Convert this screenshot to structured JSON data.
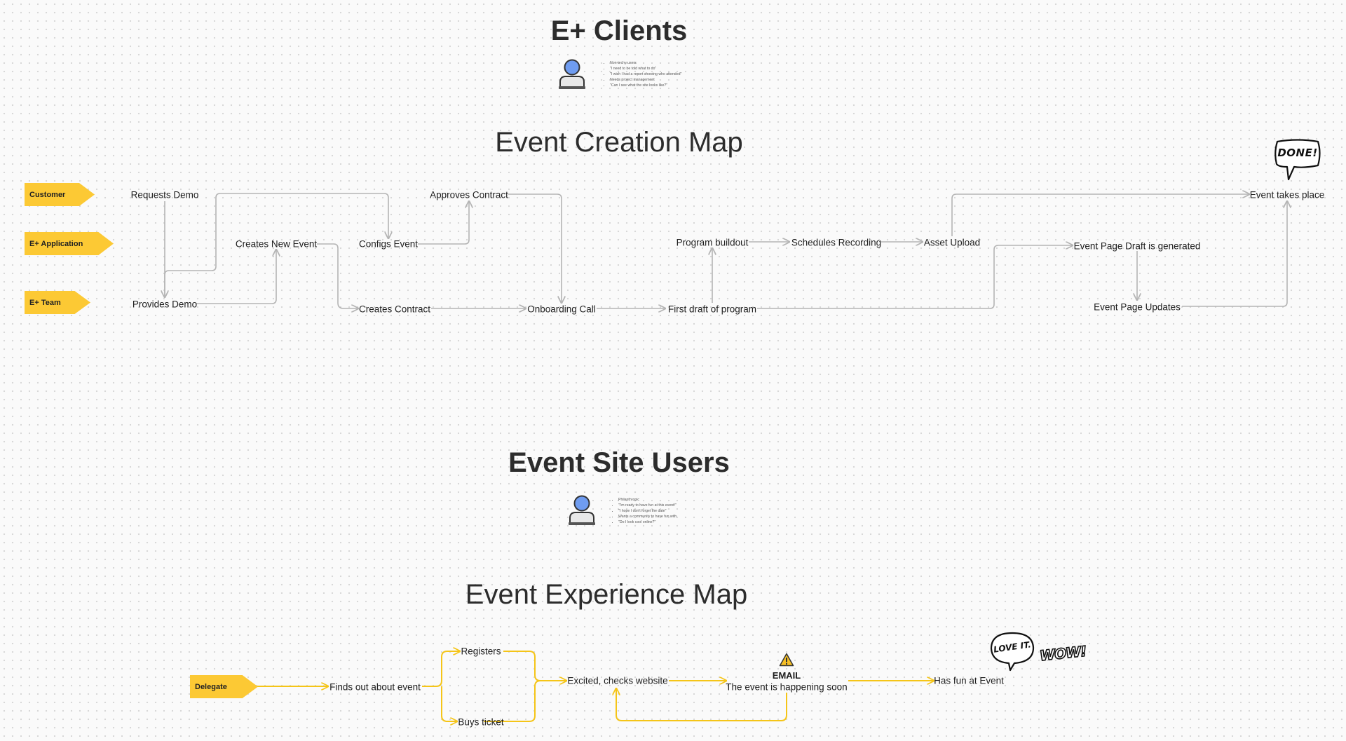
{
  "clients": {
    "title": "E+ Clients",
    "notes": [
      "Non-techy users",
      "\"I need to be told what to do\"",
      "\"I wish I had a report showing who attended\"",
      "Needs project management",
      "\"Can I see what the site looks like?\""
    ]
  },
  "creation_map": {
    "title": "Event Creation Map",
    "lanes": [
      "Customer",
      "E+ Application",
      "E+ Team"
    ],
    "nodes": {
      "requests_demo": "Requests Demo",
      "provides_demo": "Provides Demo",
      "creates_new_event": "Creates New Event",
      "configs_event": "Configs Event",
      "approves_contract": "Approves Contract",
      "creates_contract": "Creates Contract",
      "onboarding_call": "Onboarding Call",
      "first_draft": "First draft of program",
      "program_buildout": "Program buildout",
      "schedules_recording": "Schedules Recording",
      "asset_upload": "Asset Upload",
      "page_draft": "Event Page Draft is generated",
      "page_updates": "Event Page Updates",
      "event_takes_place": "Event takes place"
    },
    "sticker": "DONE!"
  },
  "site_users": {
    "title": "Event Site Users",
    "notes": [
      "Philanthropic",
      "\"I'm ready to have fun at this event!\"",
      "\"I hope I don't forget the date\"",
      "Wants a community to have fun with",
      "\"Do I look cool online?\""
    ]
  },
  "experience_map": {
    "title": "Event Experience Map",
    "lane": "Delegate",
    "nodes": {
      "finds_out": "Finds out about event",
      "registers": "Registers",
      "buys_ticket": "Buys ticket",
      "excited": "Excited, checks website",
      "email_title": "EMAIL",
      "email_body": "The event is happening soon",
      "has_fun": "Has fun at Event"
    },
    "stickers": [
      "LOVE IT.",
      "WOW!"
    ]
  },
  "icons": [
    "user-icon",
    "warning-icon"
  ],
  "colors": {
    "lane": "#fcc934",
    "creation_wire": "#b4b4b4",
    "experience_wire": "#f5c518"
  }
}
